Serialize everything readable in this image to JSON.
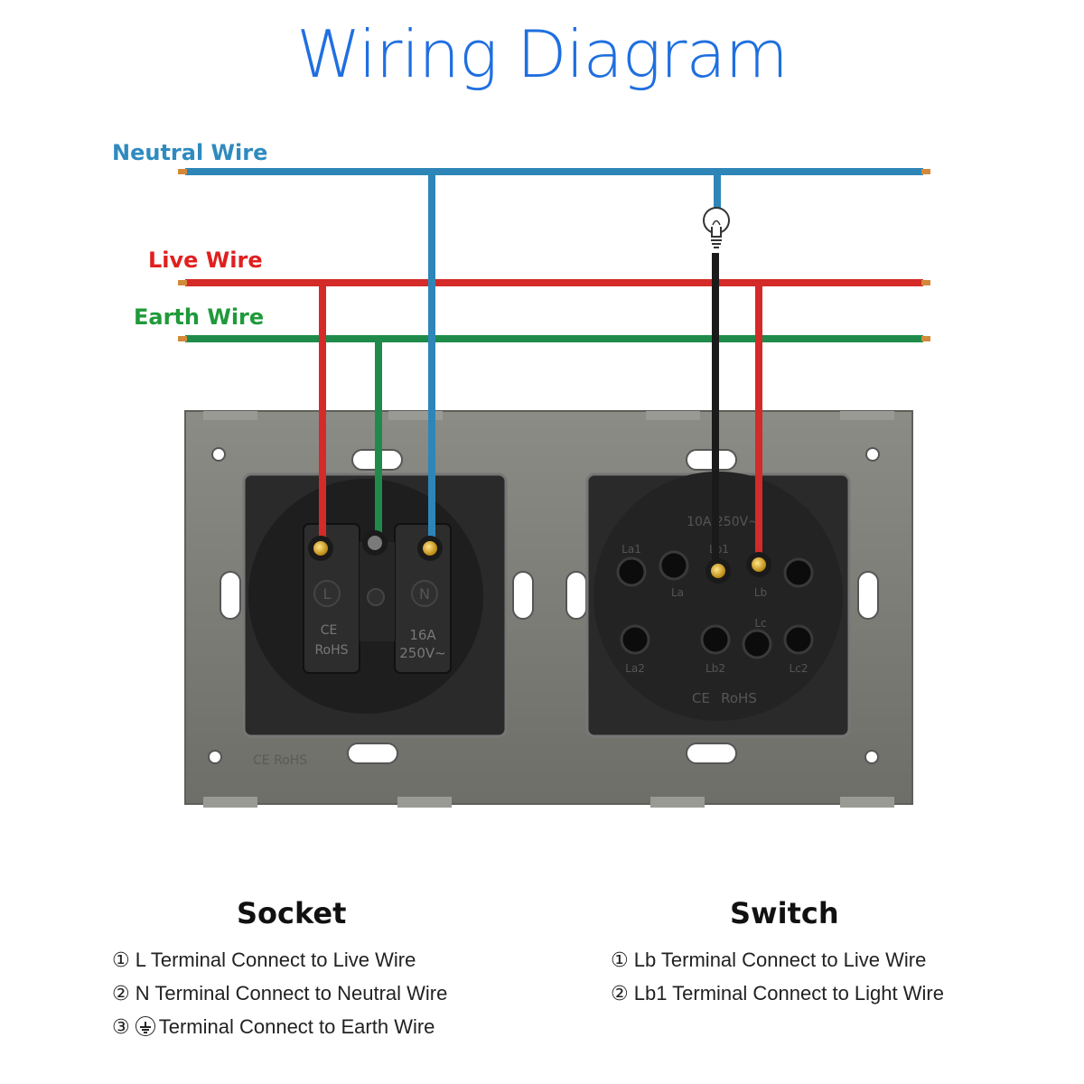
{
  "title": "Wiring Diagram",
  "wires": {
    "neutral": {
      "label": "Neutral Wire",
      "color": "#2e86b8"
    },
    "live": {
      "label": "Live Wire",
      "color": "#d42a28"
    },
    "earth": {
      "label": "Earth Wire",
      "color": "#1f8b4a"
    },
    "light": {
      "color": "#1a1a1a"
    }
  },
  "socket": {
    "title": "Socket",
    "terminals": [
      "L",
      "N"
    ],
    "markings": [
      "CE",
      "RoHS",
      "16A",
      "250V~"
    ],
    "instructions": [
      {
        "num": "①",
        "text": "L Terminal Connect to Live Wire"
      },
      {
        "num": "②",
        "text": "N Terminal Connect to Neutral Wire"
      },
      {
        "num": "③",
        "text": "Terminal Connect to Earth Wire",
        "icon": "earth-ground-icon"
      }
    ]
  },
  "switch": {
    "title": "Switch",
    "rating": "10A 250V~",
    "terminals": [
      "La1",
      "La",
      "Lb1",
      "Lb",
      "Lc",
      "La2",
      "Lb2",
      "Lc2"
    ],
    "markings": [
      "CE",
      "RoHS"
    ],
    "instructions": [
      {
        "num": "①",
        "text": "Lb Terminal Connect to Live Wire"
      },
      {
        "num": "②",
        "text": "Lb1 Terminal Connect to Light Wire"
      }
    ]
  },
  "frame_marking": "CE RoHS"
}
